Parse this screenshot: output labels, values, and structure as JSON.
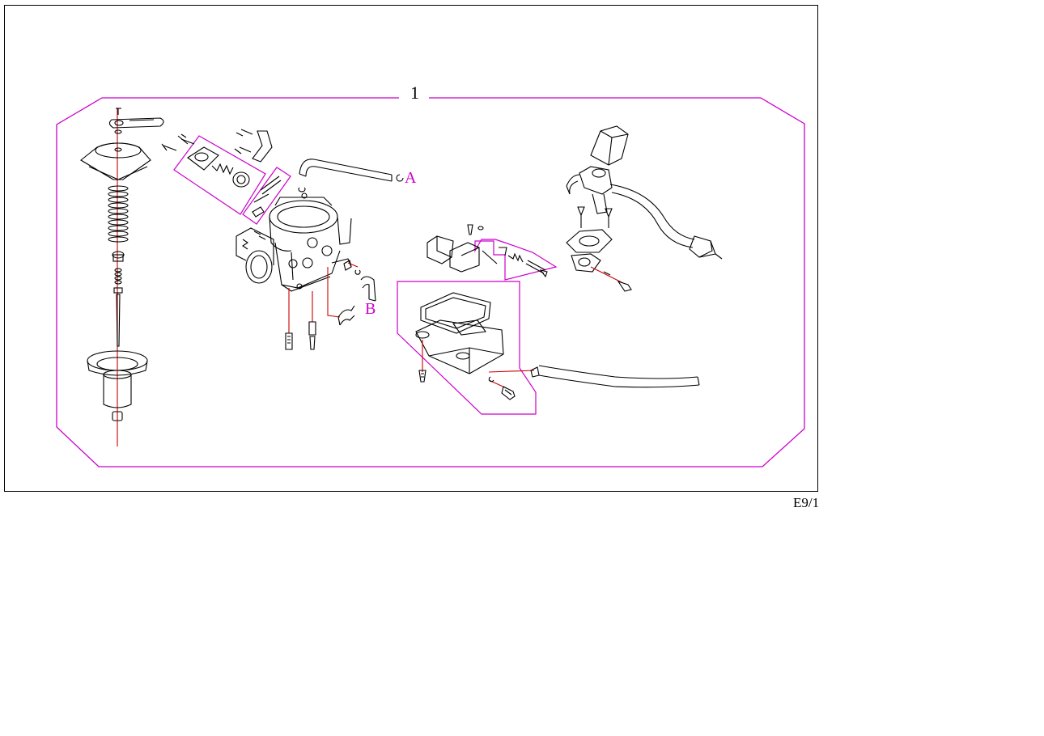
{
  "diagram": {
    "group_number": "1",
    "label_a": "A",
    "label_b": "B",
    "page_code": "E9/1",
    "colors": {
      "outline": "#cc00cc",
      "leader": "#cc0000",
      "parts": "#000000",
      "frame": "#000000"
    }
  }
}
